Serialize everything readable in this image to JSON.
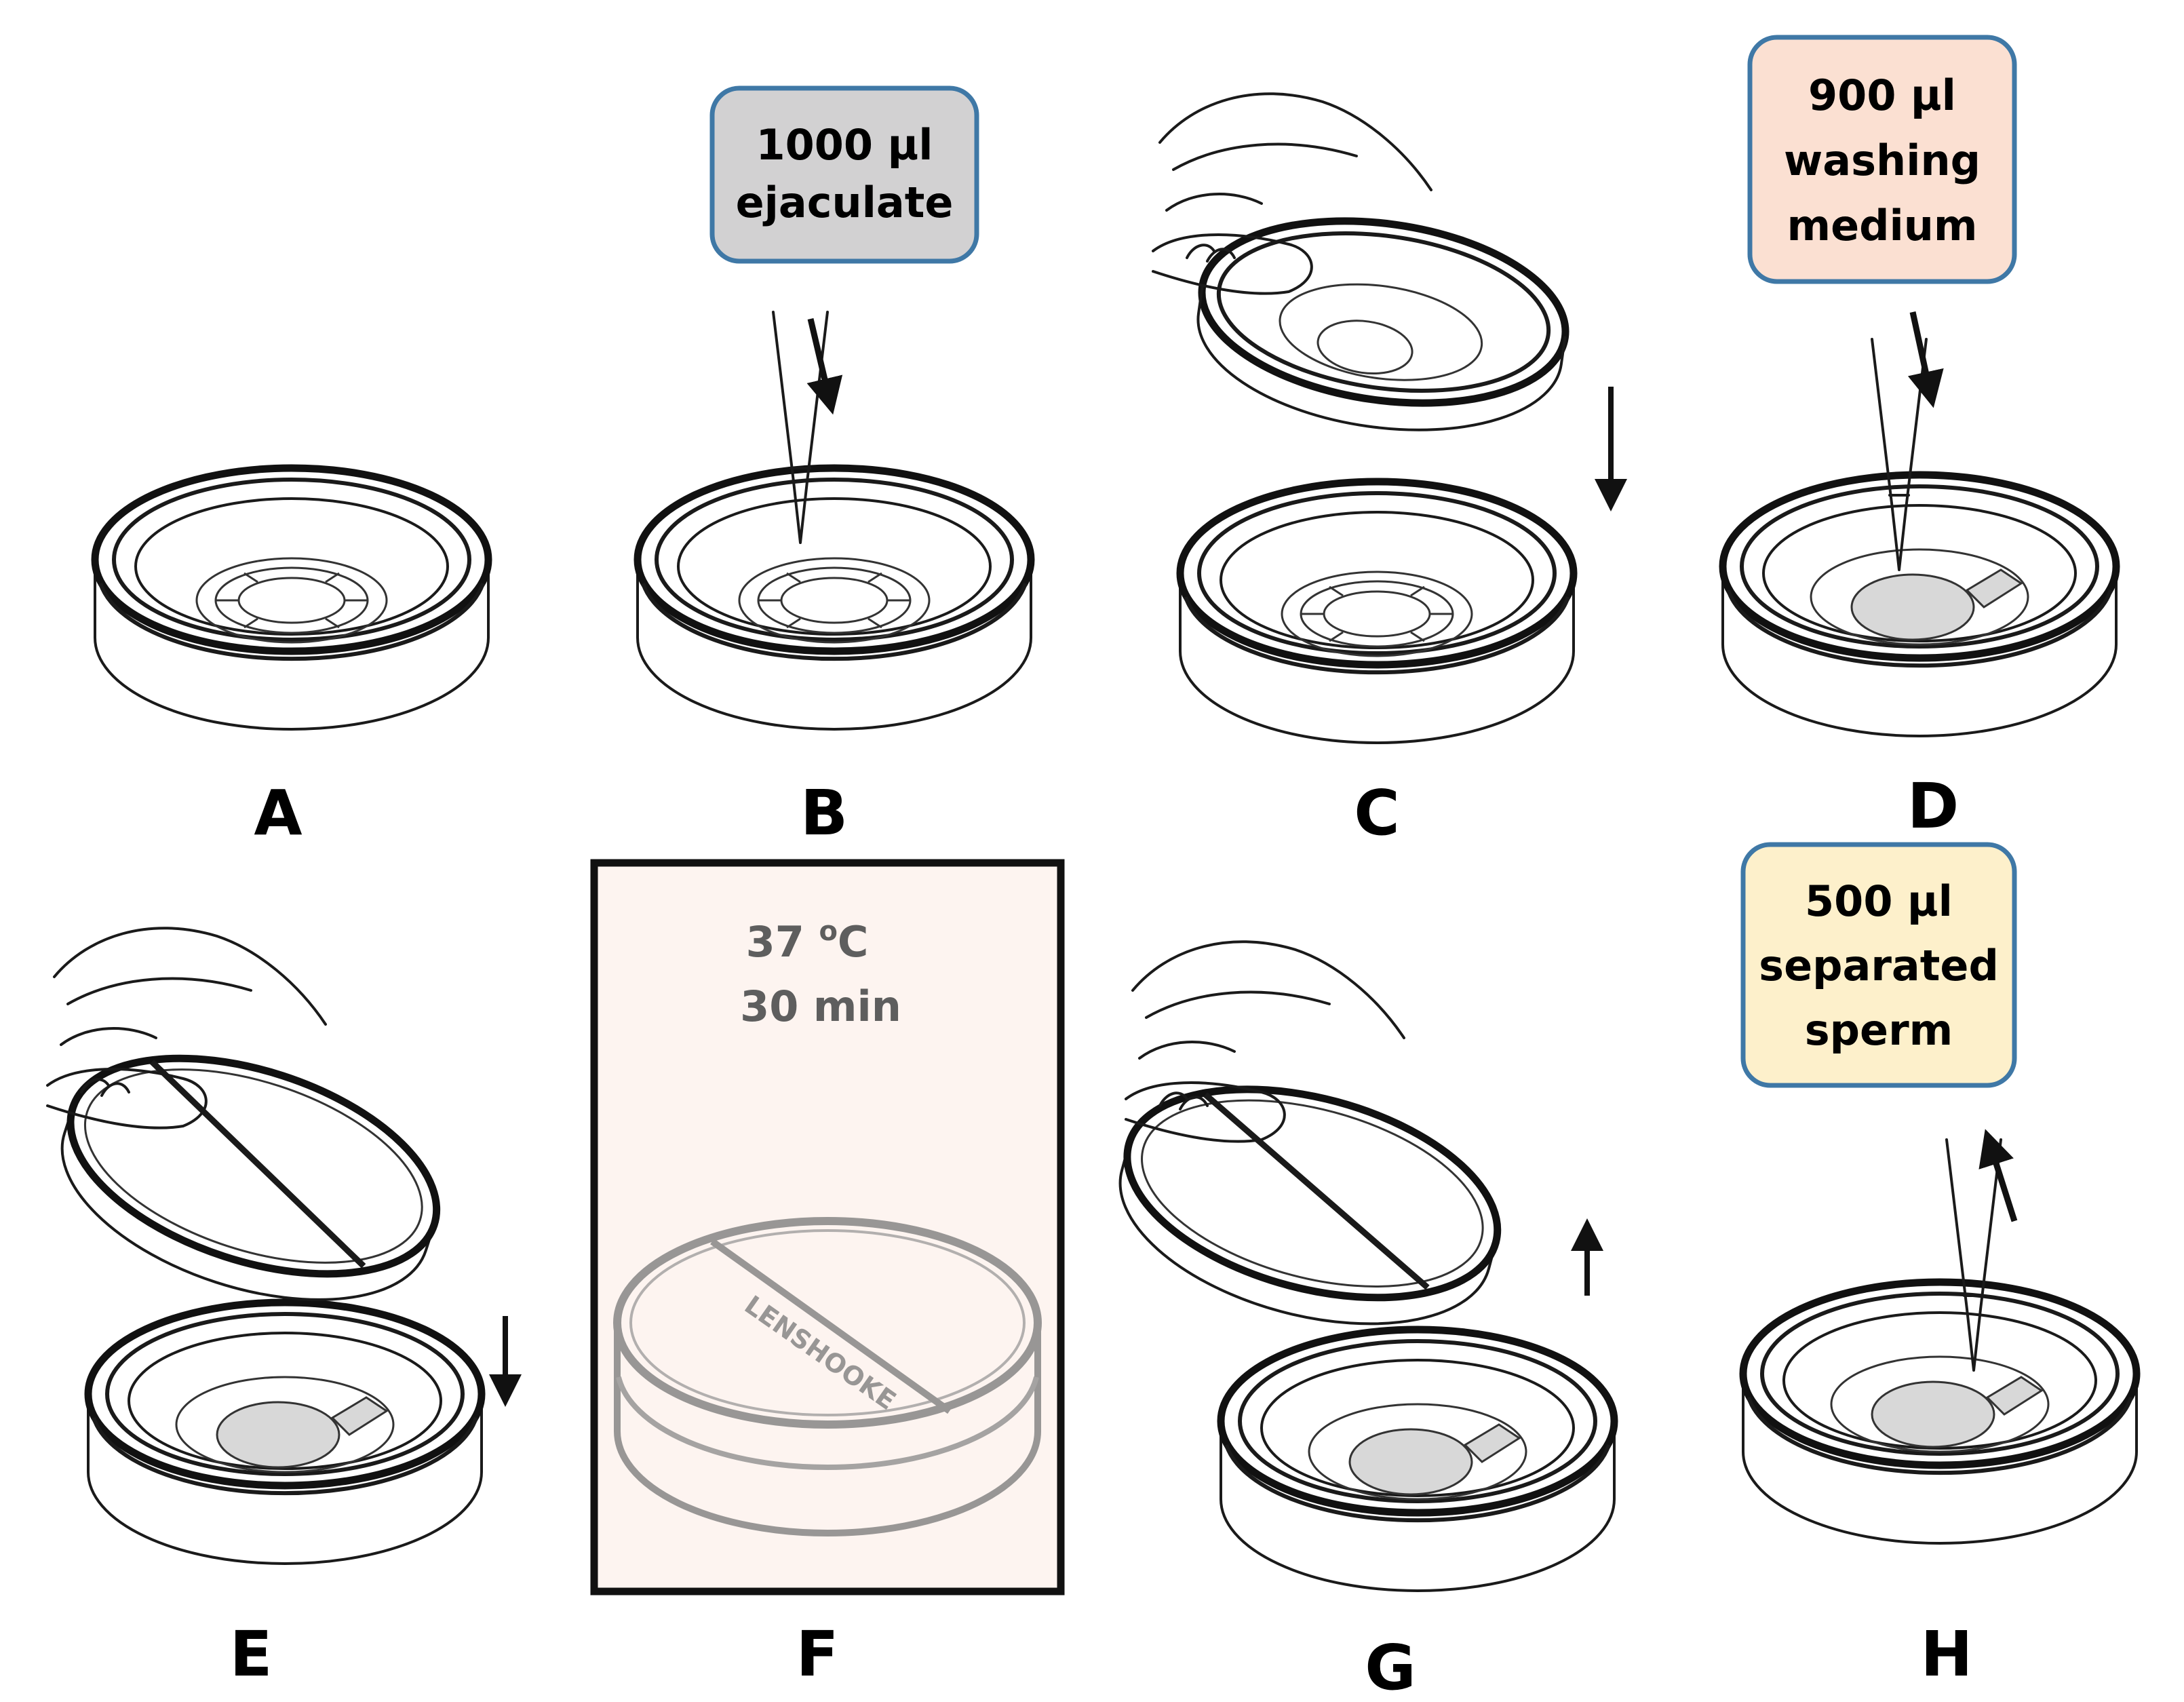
{
  "panels": [
    {
      "letter": "A"
    },
    {
      "letter": "B",
      "callout": [
        "1000 µl",
        "ejaculate"
      ]
    },
    {
      "letter": "C"
    },
    {
      "letter": "D",
      "callout": [
        "900 µl",
        "washing",
        "medium"
      ]
    },
    {
      "letter": "E"
    },
    {
      "letter": "F",
      "temp_value": "37 ",
      "temp_unit_sup": "o",
      "temp_unit": "C",
      "time": "30 min",
      "lid_brand": "LENSHOOKE"
    },
    {
      "letter": "G"
    },
    {
      "letter": "H",
      "callout": [
        "500 µl",
        "separated",
        "sperm"
      ]
    }
  ],
  "colors": {
    "callout_B_fill": "#d2d1d2",
    "callout_D_fill": "#fbe0d2",
    "callout_H_fill": "#fdf0cb",
    "callout_border": "#3f78a6",
    "panel_F_fill": "#fdf4f0",
    "panel_F_text": "#5e5e5e"
  }
}
